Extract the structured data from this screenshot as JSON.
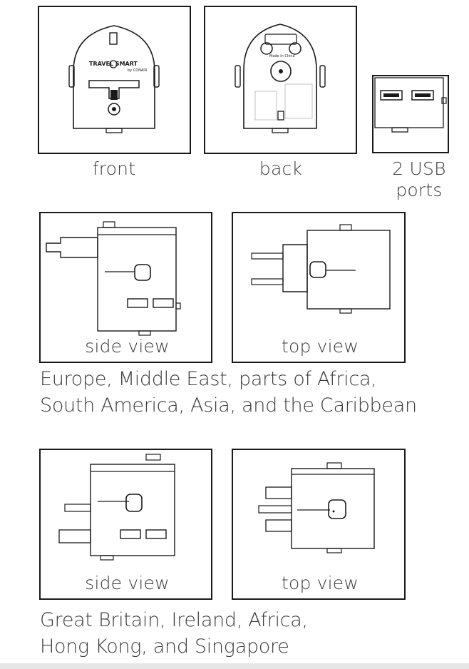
{
  "row1": {
    "front_label": "front",
    "back_label": "back",
    "usb_label_line1": "2 USB",
    "usb_label_line2": "ports",
    "logo_text": "TRAVEL SMART",
    "logo_subtext": "by CONAIR",
    "back_made_in": "Made in China"
  },
  "section1": {
    "side_label": "side view",
    "top_label": "top view",
    "region_line1": "Europe, Middle East, parts of Africa,",
    "region_line2": "South America, Asia, and the Caribbean"
  },
  "section2": {
    "side_label": "side view",
    "top_label": "top view",
    "region_line1": "Great Britain, Ireland, Africa,",
    "region_line2": "Hong Kong, and Singapore"
  }
}
